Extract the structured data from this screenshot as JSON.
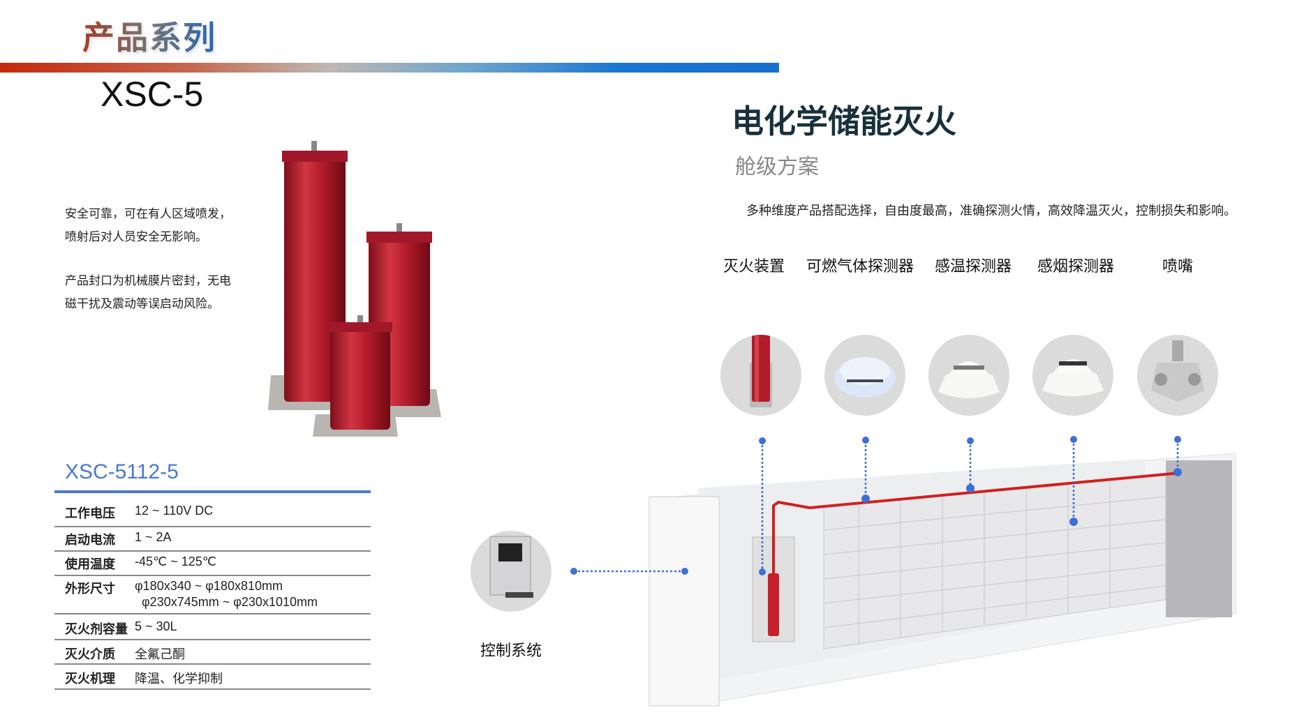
{
  "header": {
    "section_title": "产品系列",
    "model": "XSC-5"
  },
  "features": [
    "安全可靠，可在有人区域喷发，",
    "喷射后对人员安全无影响。",
    "产品封口为机械膜片密封，无电",
    "磁干扰及震动等误启动风险。"
  ],
  "specs": {
    "model": "XSC-5112-5",
    "rows": [
      {
        "label": "工作电压",
        "value": "12 ~ 110V DC"
      },
      {
        "label": "启动电流",
        "value": "1 ~ 2A"
      },
      {
        "label": "使用温度",
        "value": "-45℃ ~ 125℃"
      },
      {
        "label": "外形尺寸",
        "value": "φ180x340 ~ φ180x810mm",
        "value2": "φ230x745mm ~ φ230x1010mm"
      },
      {
        "label": "灭火剂容量",
        "value": "5 ~ 30L"
      },
      {
        "label": "灭火介质",
        "value": "全氟己酮"
      },
      {
        "label": "灭火机理",
        "value": "降温、化学抑制"
      }
    ]
  },
  "solution": {
    "title": "电化学储能灭火",
    "subtitle": "舱级方案",
    "intro": "多种维度产品搭配选择，自由度最高，准确探测火情，高效降温灭火，控制损失和影响。",
    "products": [
      "灭火装置",
      "可燃气体探测器",
      "感温探测器",
      "感烟探测器",
      "喷嘴"
    ],
    "control_system": "控制系统"
  },
  "colors": {
    "accent_blue": "#4a78d0",
    "cylinder_red": "#b01c28",
    "pipe_red": "#d02020"
  }
}
